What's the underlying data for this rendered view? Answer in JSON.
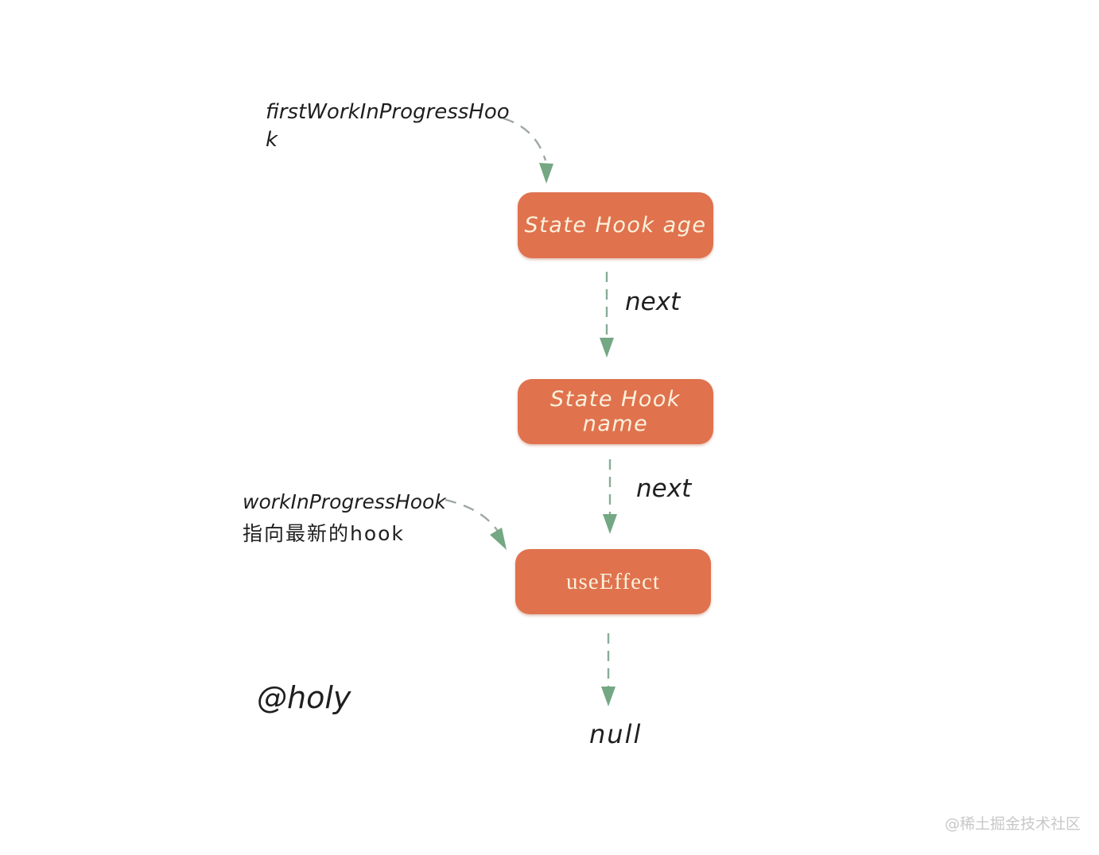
{
  "labels": {
    "first_pointer": "firstWorkInProgressHook",
    "wip_pointer_line1": "workInProgressHook",
    "wip_pointer_line2": "指向最新的hook",
    "edge1": "next",
    "edge2": "next",
    "terminal": "null",
    "author": "@holy",
    "watermark": "@稀土掘金技术社区"
  },
  "nodes": [
    {
      "id": "state-hook-age",
      "label": "State Hook age"
    },
    {
      "id": "state-hook-name",
      "label": "State Hook name"
    },
    {
      "id": "use-effect",
      "label": "useEffect"
    }
  ],
  "colors": {
    "node_fill": "#e0724e",
    "node_text": "#faf1dc",
    "arrowhead_green": "#74a783",
    "dash_green": "#87ad97",
    "dash_gray": "#9da8a1",
    "text": "#1f1f1f",
    "watermark": "#c8c8c8"
  }
}
